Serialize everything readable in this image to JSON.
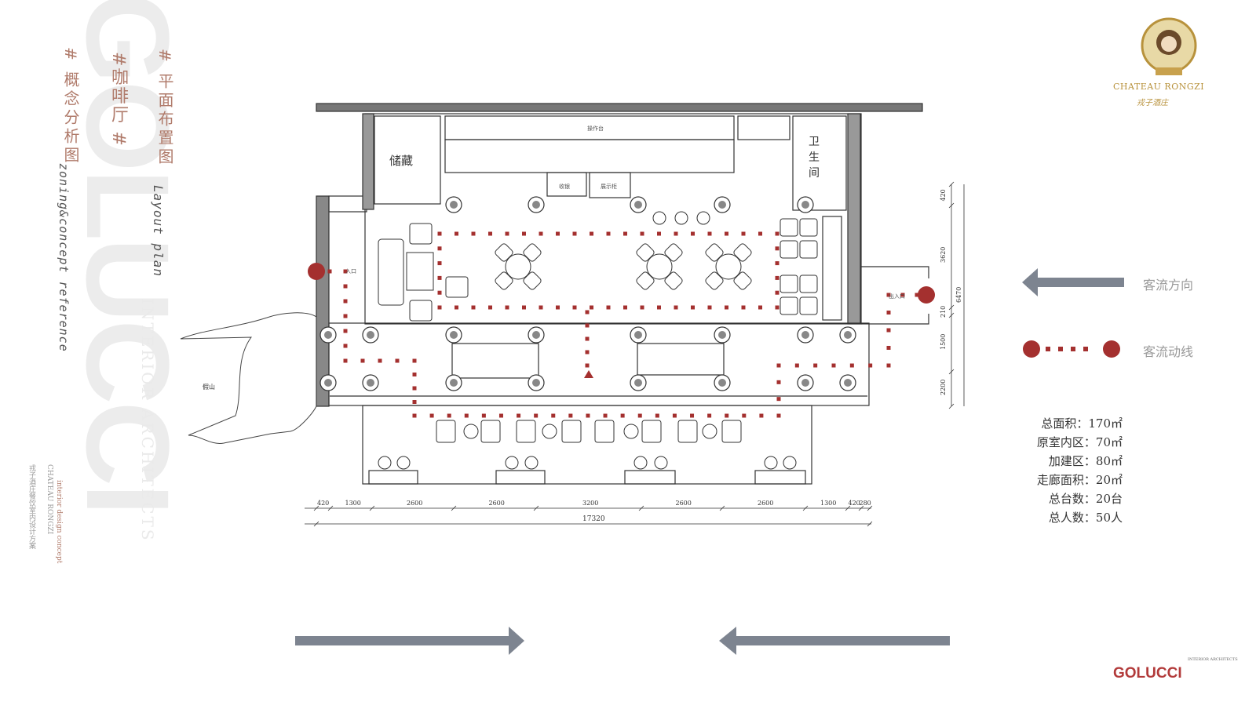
{
  "sidebar": {
    "big_word": "GOLUCCI",
    "title_concept": "# 概念分析图",
    "title_cafe": "#咖啡厅 #",
    "title_plan": "# 平面布置图",
    "en_layout": "Layout plan",
    "en_zoning": "zoning&concept reference",
    "interior_architects": "INTERIOR ARCHITECTS",
    "small_cn": "戎子酒庄餐饮室内设计方案",
    "small_en_name": "CHATEAU RONGZI",
    "small_en_desc": "interior design concept"
  },
  "plan": {
    "room_storage": "储藏",
    "room_toilet": "卫生间",
    "counter_label": "操作台",
    "cashier_label": "收银",
    "display_label": "展示柜",
    "rockery_label": "假山",
    "entrance_left": "入口",
    "entrance_right": "出入口",
    "dims_bottom": [
      "420",
      "1300",
      "2600",
      "2600",
      "3200",
      "2600",
      "2600",
      "1300",
      "420",
      "280"
    ],
    "dim_total": "17320",
    "dims_right": [
      "420",
      "3620",
      "210",
      "1500",
      "2200"
    ],
    "dim_right_total": "6470"
  },
  "legend": {
    "direction_label": "客流方向",
    "flow_label": "客流动线",
    "accent_color": "#a4302f",
    "arrow_color": "#7d8490"
  },
  "stats": [
    "总面积：170㎡",
    "原室内区：70㎡",
    "加建区：80㎡",
    "走廊面积：20㎡",
    "总台数：20台",
    "总人数：50人"
  ],
  "brand": {
    "name": "CHATEAU RONGZI",
    "cn": "戎子酒庄",
    "logo2": "GOLUCCI",
    "logo2_small": "INTERIOR ARCHITECTS"
  }
}
